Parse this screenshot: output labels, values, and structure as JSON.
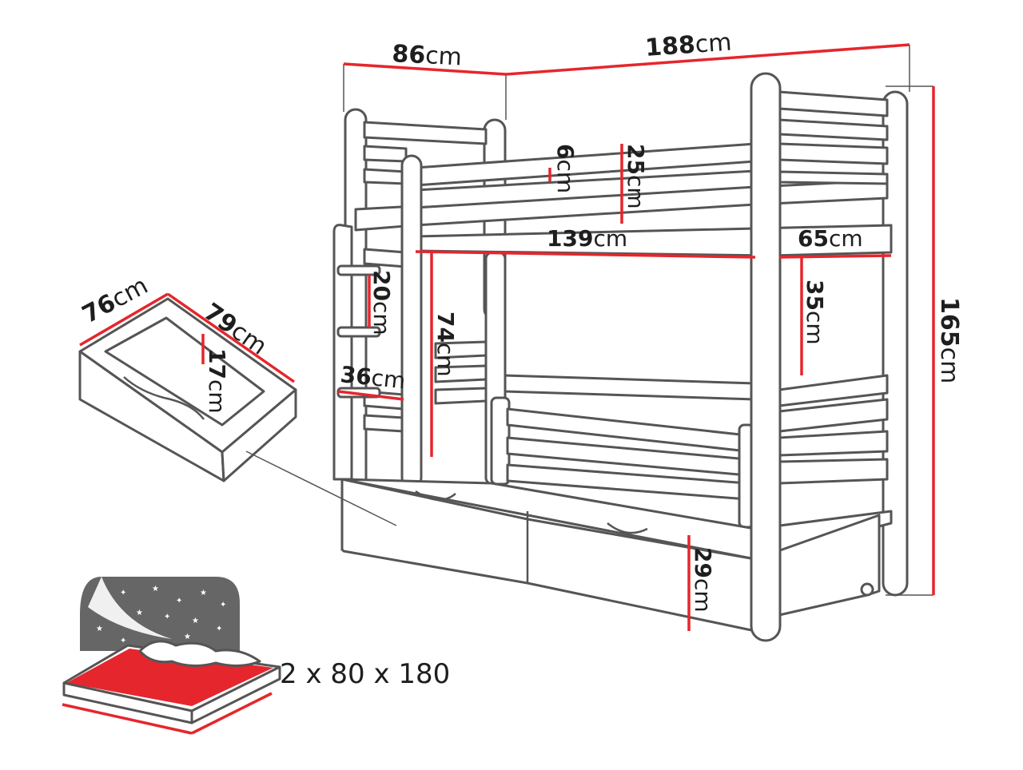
{
  "colors": {
    "dimension_line": "#e5262d",
    "outline": "#555555",
    "text": "#1e1e1e",
    "mattress_top": "#e5262d",
    "night_panel": "#666666"
  },
  "dimensions": {
    "width_86": {
      "num": "86",
      "unit": "cm"
    },
    "length_188": {
      "num": "188",
      "unit": "cm"
    },
    "height_165": {
      "num": "165",
      "unit": "cm"
    },
    "rail_6": {
      "num": "6",
      "unit": "cm"
    },
    "rail_25": {
      "num": "25",
      "unit": "cm"
    },
    "opening_139": {
      "num": "139",
      "unit": "cm"
    },
    "guard_65": {
      "num": "65",
      "unit": "cm"
    },
    "guard_35": {
      "num": "35",
      "unit": "cm"
    },
    "ladder_20": {
      "num": "20",
      "unit": "cm"
    },
    "clearance_74": {
      "num": "74",
      "unit": "cm"
    },
    "ladder_36": {
      "num": "36",
      "unit": "cm"
    },
    "under_29": {
      "num": "29",
      "unit": "cm"
    },
    "drawer_76": {
      "num": "76",
      "unit": "cm"
    },
    "drawer_79": {
      "num": "79",
      "unit": "cm"
    },
    "drawer_17": {
      "num": "17",
      "unit": "cm"
    }
  },
  "mattress_label": "2 x 80 x 180",
  "icons": {
    "drawer": "drawer-icon",
    "mattress": "mattress-icon",
    "stars": "star-icon"
  }
}
